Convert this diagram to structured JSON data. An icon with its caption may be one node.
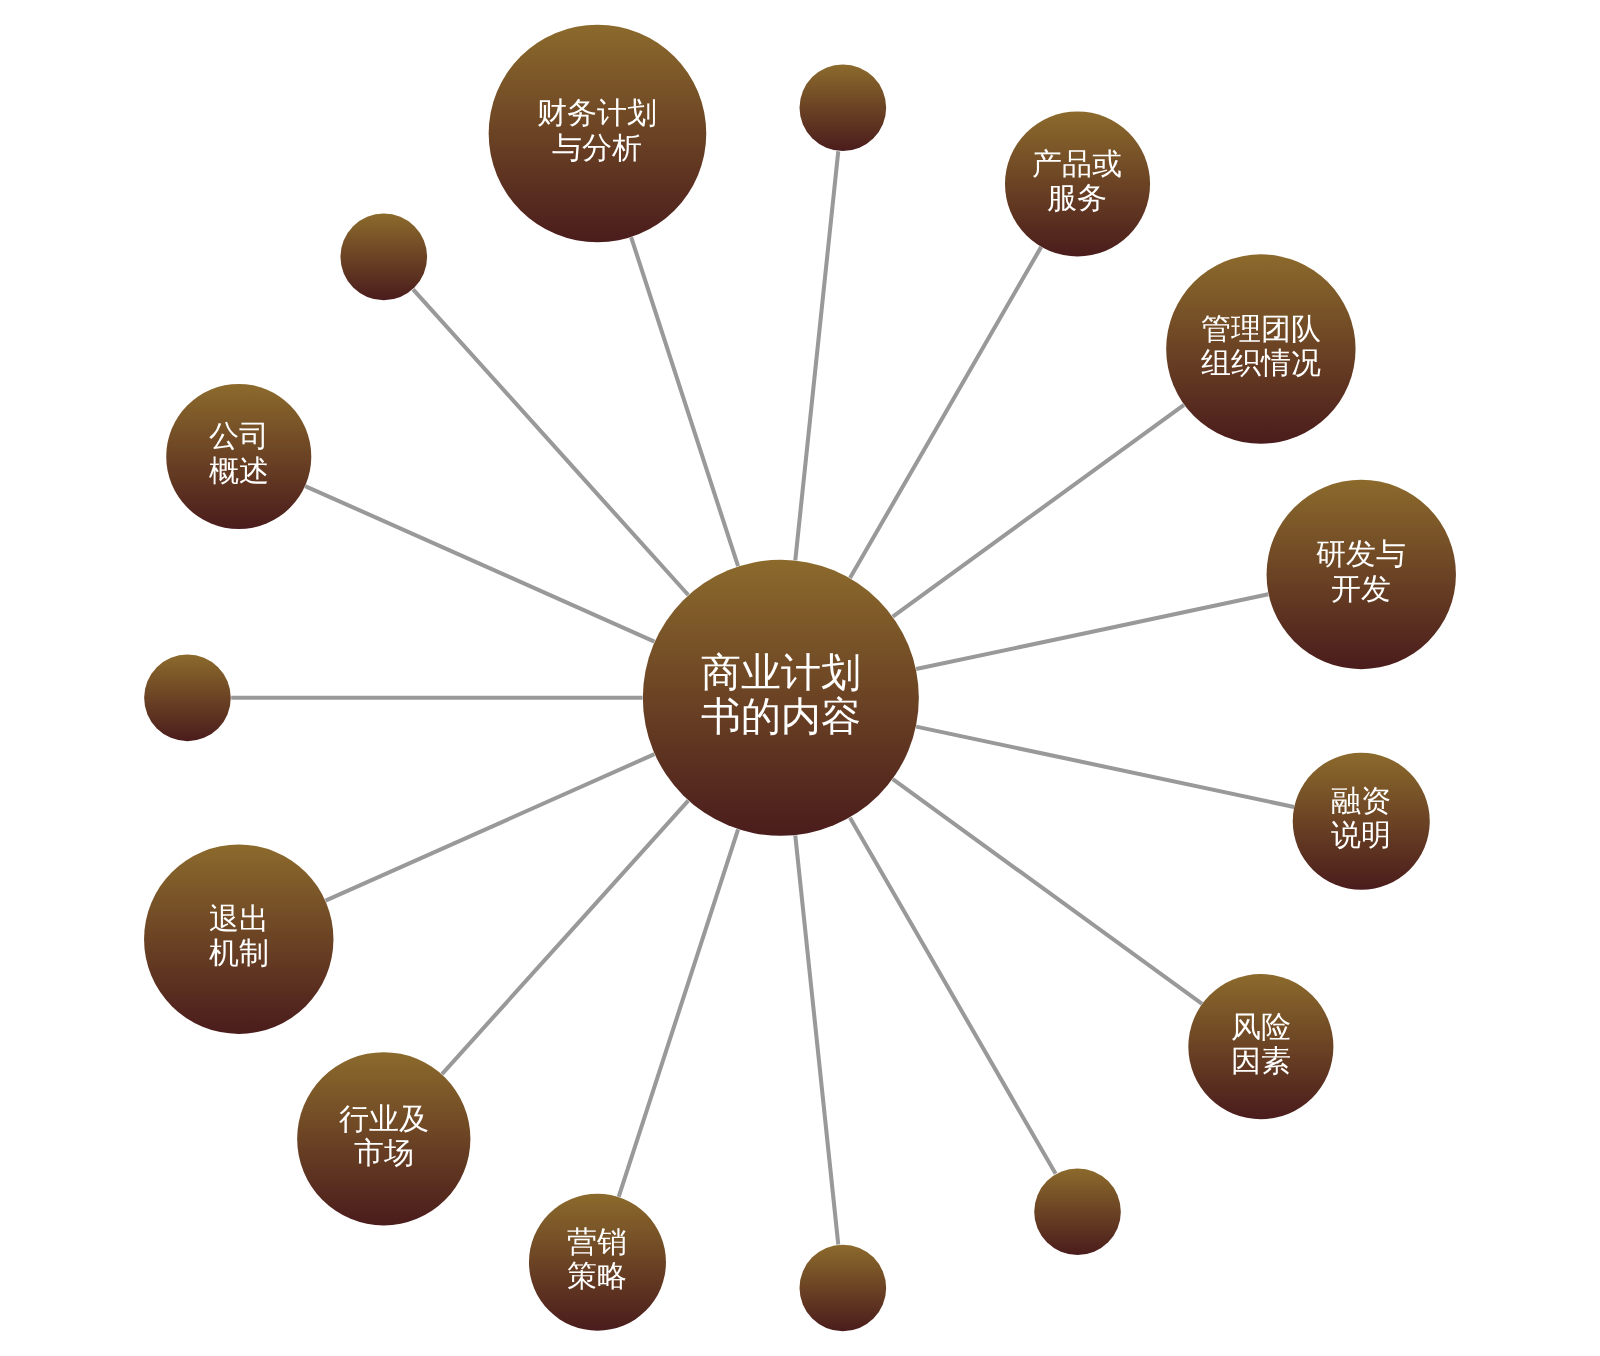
{
  "diagram": {
    "nodes": [
      {
        "text": [
          "商业计划书的内容"
        ]
      },
      {
        "text": [
          "研发与开发"
        ]
      },
      {
        "text": [
          "管理团队组织情况"
        ]
      },
      {
        "text": [
          "产品或服务"
        ]
      },
      {
        "text": [],
        "shape": "circle"
      },
      {
        "text": [
          "财务计划与分析"
        ]
      },
      {
        "text": [],
        "shape": "circle"
      },
      {
        "text": [
          "公司概述"
        ]
      },
      {
        "text": [],
        "shape": "circle"
      },
      {
        "text": [
          "退出机制"
        ]
      },
      {
        "text": [
          "行业及市场"
        ]
      },
      {
        "text": [
          "营销策略"
        ]
      },
      {
        "text": [],
        "shape": "circle"
      },
      {
        "text": [],
        "shape": "circle"
      },
      {
        "text": [
          "风险因素"
        ]
      },
      {
        "text": [
          "融资说明"
        ]
      }
    ],
    "edges": [
      {
        "from": 0,
        "to": 1,
        "arrow": "none"
      },
      {
        "from": 0,
        "to": 2,
        "arrow": "none"
      },
      {
        "from": 0,
        "to": 3,
        "arrow": "none"
      },
      {
        "from": 0,
        "to": 4,
        "arrow": "none"
      },
      {
        "from": 0,
        "to": 5,
        "arrow": "none"
      },
      {
        "from": 0,
        "to": 6,
        "arrow": "none"
      },
      {
        "from": 0,
        "to": 7,
        "arrow": "none"
      },
      {
        "from": 0,
        "to": 8,
        "arrow": "none"
      },
      {
        "from": 0,
        "to": 9,
        "arrow": "none"
      },
      {
        "from": 0,
        "to": 10,
        "arrow": "none"
      },
      {
        "from": 0,
        "to": 11,
        "arrow": "none"
      },
      {
        "from": 0,
        "to": 12,
        "arrow": "none"
      },
      {
        "from": 0,
        "to": 13,
        "arrow": "none"
      },
      {
        "from": 0,
        "to": 14,
        "arrow": "none"
      },
      {
        "from": 0,
        "to": 15,
        "arrow": "none"
      }
    ]
  }
}
